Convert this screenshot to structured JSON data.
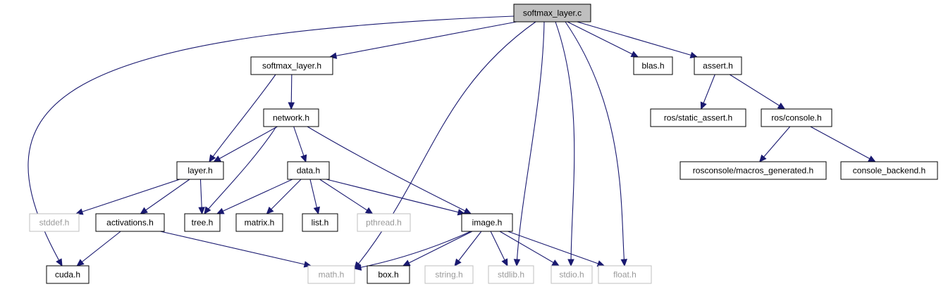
{
  "graph": {
    "arrow_color": "#191970",
    "root_fill": "#bfbfbf",
    "external_border": "#bfbfbf",
    "nodes": [
      {
        "id": "softmax_layer_c",
        "label": "softmax_layer.c",
        "kind": "root"
      },
      {
        "id": "softmax_layer_h",
        "label": "softmax_layer.h",
        "kind": "file"
      },
      {
        "id": "blas_h",
        "label": "blas.h",
        "kind": "file"
      },
      {
        "id": "assert_h",
        "label": "assert.h",
        "kind": "file"
      },
      {
        "id": "network_h",
        "label": "network.h",
        "kind": "file"
      },
      {
        "id": "ros_static_assert_h",
        "label": "ros/static_assert.h",
        "kind": "file"
      },
      {
        "id": "ros_console_h",
        "label": "ros/console.h",
        "kind": "file"
      },
      {
        "id": "layer_h",
        "label": "layer.h",
        "kind": "file"
      },
      {
        "id": "data_h",
        "label": "data.h",
        "kind": "file"
      },
      {
        "id": "rosconsole_macros_h",
        "label": "rosconsole/macros_generated.h",
        "kind": "file"
      },
      {
        "id": "console_backend_h",
        "label": "console_backend.h",
        "kind": "file"
      },
      {
        "id": "stddef_h",
        "label": "stddef.h",
        "kind": "external"
      },
      {
        "id": "activations_h",
        "label": "activations.h",
        "kind": "file"
      },
      {
        "id": "tree_h",
        "label": "tree.h",
        "kind": "file"
      },
      {
        "id": "matrix_h",
        "label": "matrix.h",
        "kind": "file"
      },
      {
        "id": "list_h",
        "label": "list.h",
        "kind": "file"
      },
      {
        "id": "pthread_h",
        "label": "pthread.h",
        "kind": "external"
      },
      {
        "id": "image_h",
        "label": "image.h",
        "kind": "file"
      },
      {
        "id": "cuda_h",
        "label": "cuda.h",
        "kind": "file"
      },
      {
        "id": "math_h",
        "label": "math.h",
        "kind": "external"
      },
      {
        "id": "box_h",
        "label": "box.h",
        "kind": "file"
      },
      {
        "id": "string_h",
        "label": "string.h",
        "kind": "external"
      },
      {
        "id": "stdlib_h",
        "label": "stdlib.h",
        "kind": "external"
      },
      {
        "id": "stdio_h",
        "label": "stdio.h",
        "kind": "external"
      },
      {
        "id": "float_h",
        "label": "float.h",
        "kind": "external"
      }
    ],
    "edges": [
      {
        "from": "softmax_layer_c",
        "to": "softmax_layer_h"
      },
      {
        "from": "softmax_layer_c",
        "to": "blas_h"
      },
      {
        "from": "softmax_layer_c",
        "to": "assert_h"
      },
      {
        "from": "softmax_layer_c",
        "to": "cuda_h"
      },
      {
        "from": "softmax_layer_c",
        "to": "math_h"
      },
      {
        "from": "softmax_layer_c",
        "to": "stdlib_h"
      },
      {
        "from": "softmax_layer_c",
        "to": "stdio_h"
      },
      {
        "from": "softmax_layer_c",
        "to": "float_h"
      },
      {
        "from": "softmax_layer_h",
        "to": "network_h"
      },
      {
        "from": "softmax_layer_h",
        "to": "layer_h"
      },
      {
        "from": "assert_h",
        "to": "ros_static_assert_h"
      },
      {
        "from": "assert_h",
        "to": "ros_console_h"
      },
      {
        "from": "ros_console_h",
        "to": "rosconsole_macros_h"
      },
      {
        "from": "ros_console_h",
        "to": "console_backend_h"
      },
      {
        "from": "network_h",
        "to": "layer_h"
      },
      {
        "from": "network_h",
        "to": "tree_h"
      },
      {
        "from": "network_h",
        "to": "data_h"
      },
      {
        "from": "network_h",
        "to": "image_h"
      },
      {
        "from": "layer_h",
        "to": "stddef_h"
      },
      {
        "from": "layer_h",
        "to": "activations_h"
      },
      {
        "from": "layer_h",
        "to": "tree_h"
      },
      {
        "from": "data_h",
        "to": "tree_h"
      },
      {
        "from": "data_h",
        "to": "matrix_h"
      },
      {
        "from": "data_h",
        "to": "list_h"
      },
      {
        "from": "data_h",
        "to": "pthread_h"
      },
      {
        "from": "data_h",
        "to": "image_h"
      },
      {
        "from": "activations_h",
        "to": "cuda_h"
      },
      {
        "from": "activations_h",
        "to": "math_h"
      },
      {
        "from": "image_h",
        "to": "math_h"
      },
      {
        "from": "image_h",
        "to": "box_h"
      },
      {
        "from": "image_h",
        "to": "string_h"
      },
      {
        "from": "image_h",
        "to": "stdlib_h"
      },
      {
        "from": "image_h",
        "to": "stdio_h"
      },
      {
        "from": "image_h",
        "to": "float_h"
      }
    ]
  }
}
